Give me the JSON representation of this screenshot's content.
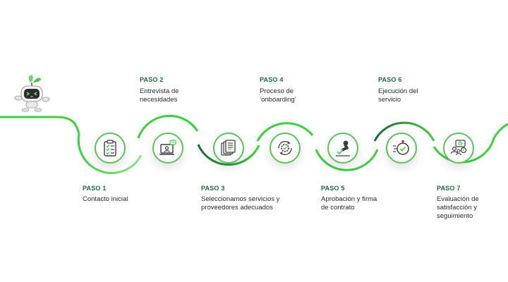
{
  "colors": {
    "accent": "#3ecf3e",
    "dark_accent": "#1f6b3a",
    "icon_stroke": "#3d3d3d"
  },
  "steps": [
    {
      "label": "PASO 1",
      "text": "Contacto inicial",
      "icon": "checklist-clipboard-icon"
    },
    {
      "label": "PASO 2",
      "text": "Entrevista de\nnecesidades",
      "icon": "laptop-video-call-icon"
    },
    {
      "label": "PASO 3",
      "text": "Seleccionamos servicios y\nproveedores adecuados",
      "icon": "documents-stack-icon"
    },
    {
      "label": "PASO 4",
      "text": "Proceso de\n‘onboarding’",
      "icon": "gear-cycle-check-icon"
    },
    {
      "label": "PASO 5",
      "text": "Aprobación y firma\nde contrato",
      "icon": "stamp-approval-icon"
    },
    {
      "label": "PASO 6",
      "text": "Ejecución del\nservicio",
      "icon": "fast-stopwatch-check-icon"
    },
    {
      "label": "PASO 7",
      "text": "Evaluación de\nsatisfacción y\nseguimiento",
      "icon": "feedback-rating-icon"
    }
  ]
}
